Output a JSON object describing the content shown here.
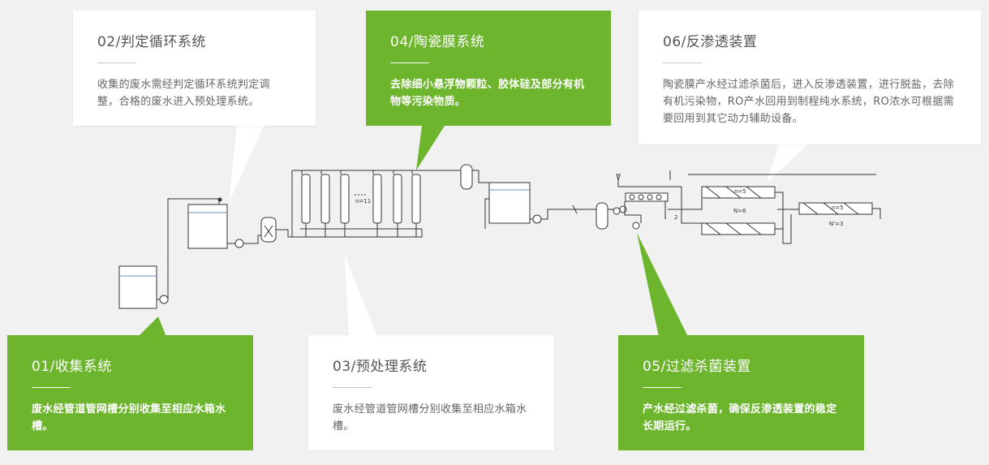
{
  "colors": {
    "green": "#6cb52d",
    "white": "#ffffff",
    "line": "#333333",
    "background": "#f1f1f1"
  },
  "steps": [
    {
      "title": "01/收集系统",
      "desc": "废水经管道管网槽分别收集至相应水箱水槽。"
    },
    {
      "title": "02/判定循环系统",
      "desc": "收集的废水需经判定循环系统判定调整，合格的废水进入预处理系统。"
    },
    {
      "title": "03/预处理系统",
      "desc": "废水经管道管网槽分别收集至相应水箱水槽。"
    },
    {
      "title": "04/陶瓷膜系统",
      "desc": "去除细小悬浮物颗粒、胶体硅及部分有机物等污染物质。"
    },
    {
      "title": "05/过滤杀菌装置",
      "desc": "产水经过滤杀菌，确保反渗透装置的稳定长期运行。"
    },
    {
      "title": "06/反渗透装置",
      "desc": "陶瓷膜产水经过滤杀菌后，进入反渗透装置，进行脱盐，去除有机污染物，RO产水回用到制程纯水系统，RO浓水可根据需要回用到其它动力辅助设备。"
    }
  ],
  "diagram_labels": {
    "membrane_count": "n=11",
    "ro_n5_a": "n=5",
    "ro_n6": "N=6",
    "ro_n5_b": "n=5",
    "ro_n3": "N'=3",
    "pump_2": "2"
  }
}
